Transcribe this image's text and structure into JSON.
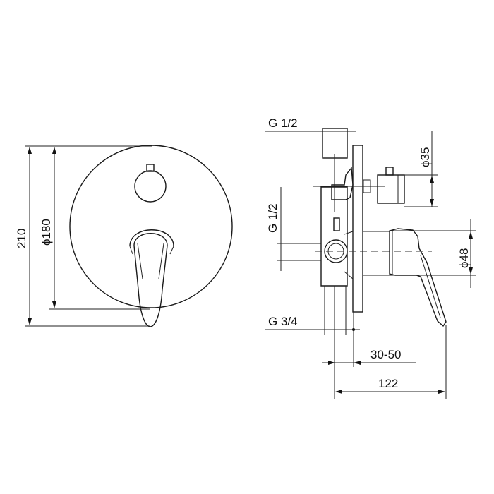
{
  "front_view": {
    "overall_height": "210",
    "plate_diameter": "ϕ180"
  },
  "side_view": {
    "top_inlet": "G 1/2",
    "side_inlet": "G 1/2",
    "bottom_outlet": "G 3/4",
    "knob_diameter": "ϕ35",
    "lever_diameter": "ϕ48",
    "wall_depth": "30-50",
    "projection": "122"
  }
}
